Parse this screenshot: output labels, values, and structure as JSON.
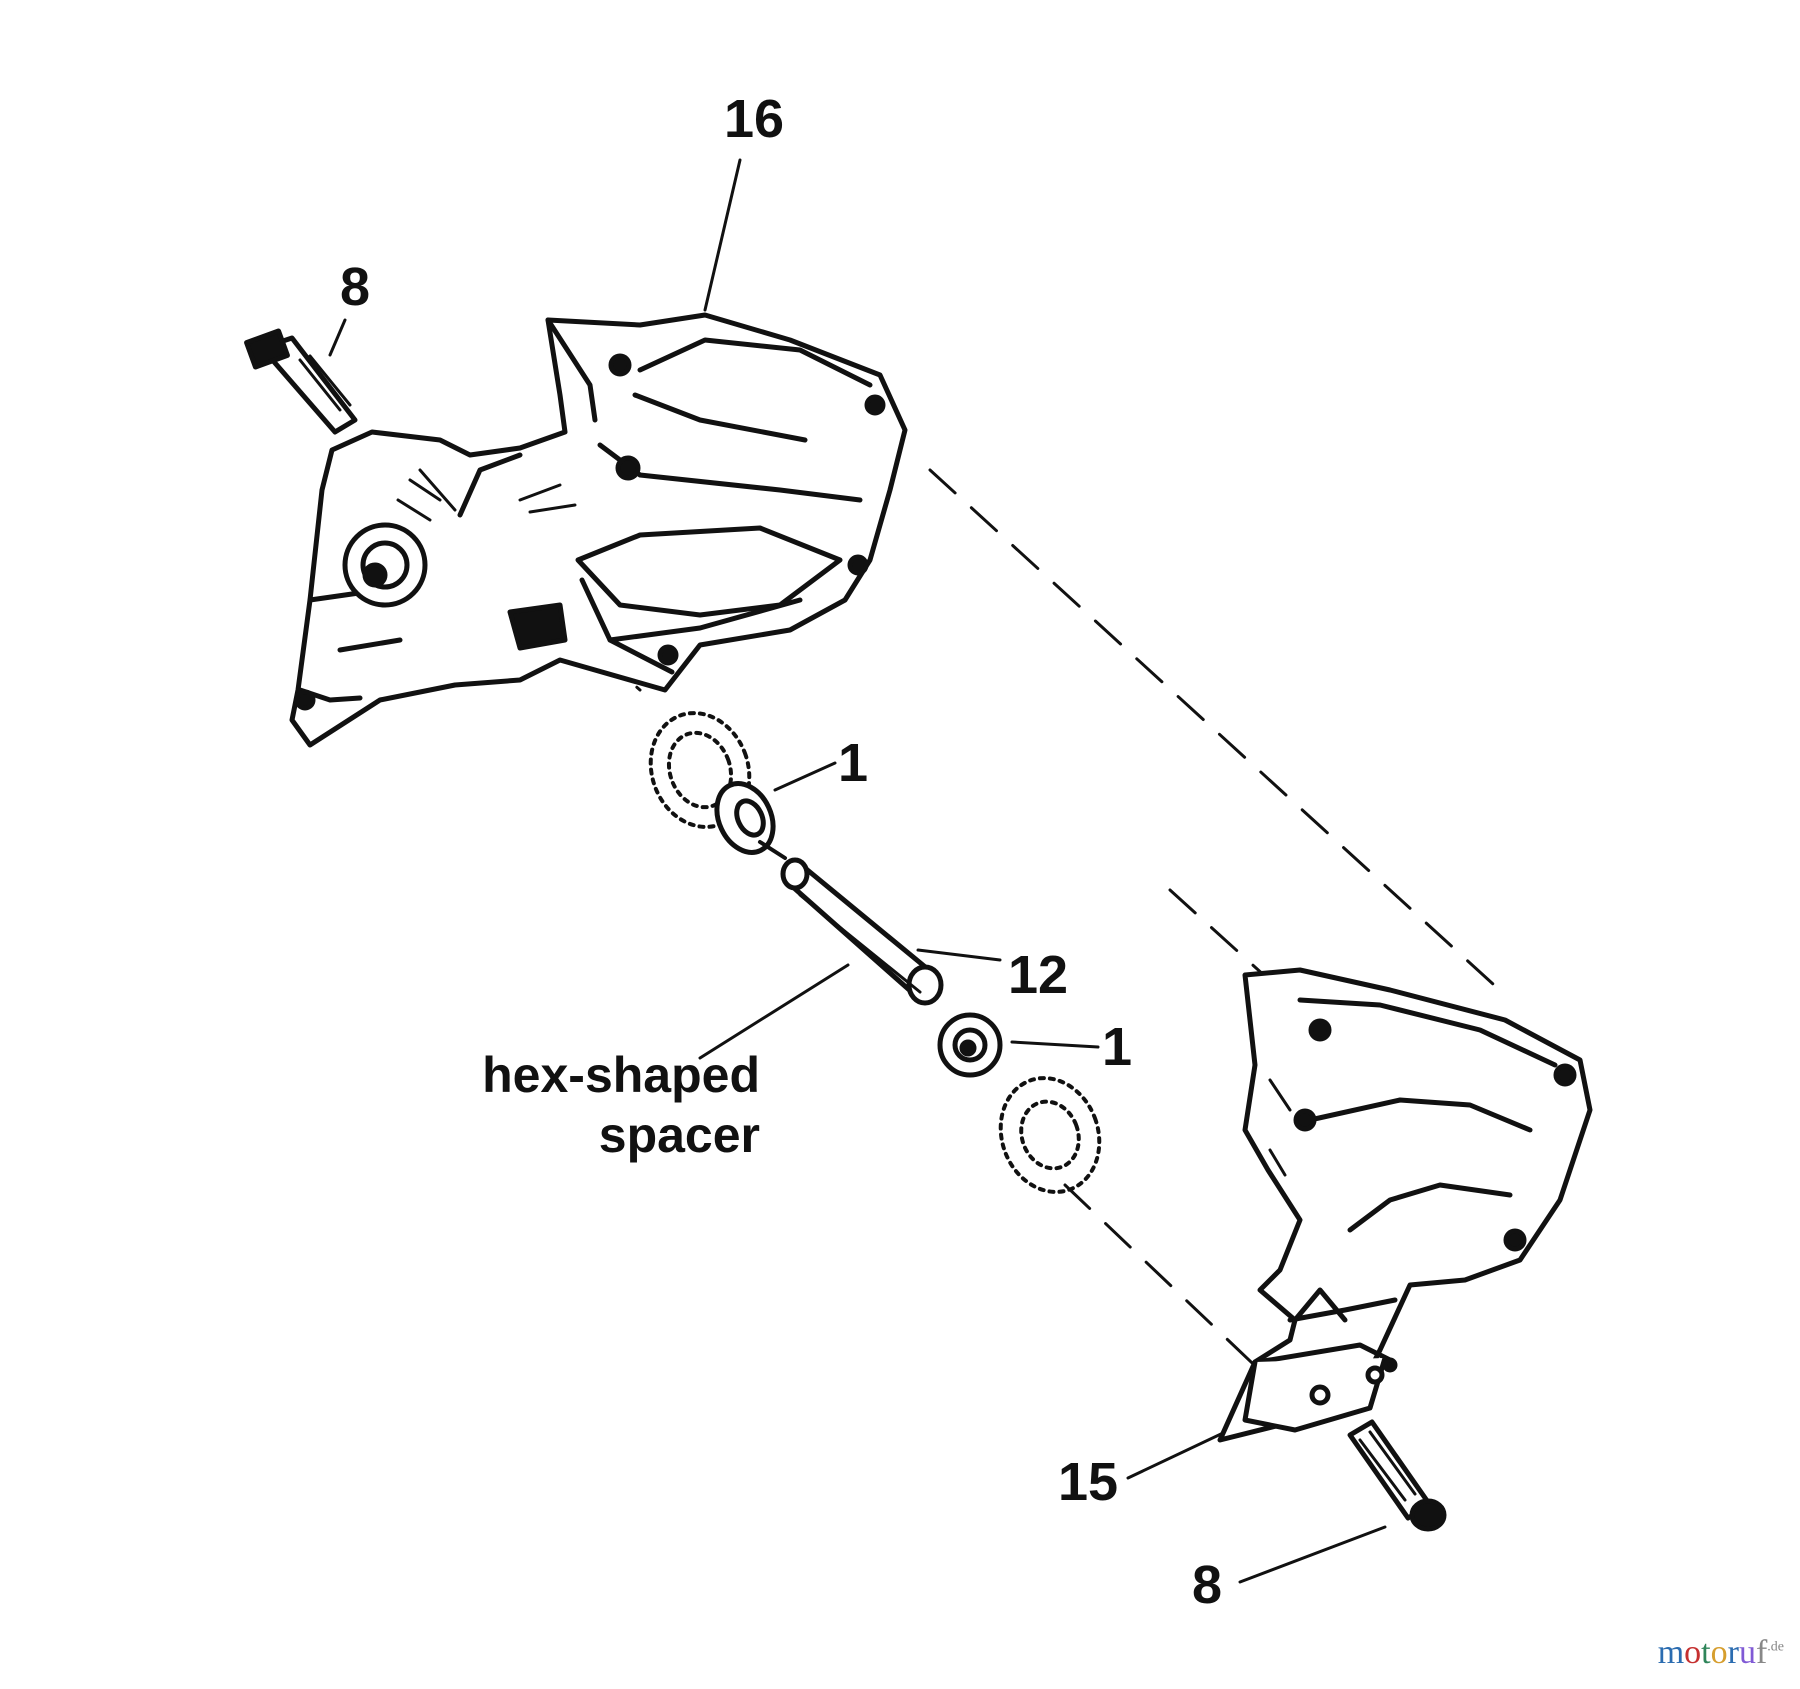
{
  "diagram": {
    "callouts": {
      "part_16": "16",
      "part_8_top": "8",
      "part_1_upper": "1",
      "part_12": "12",
      "part_1_lower": "1",
      "part_15": "15",
      "part_8_bottom": "8"
    },
    "annotation": {
      "line1": "hex-shaped",
      "line2": "spacer"
    }
  },
  "watermark": {
    "name": "motoruf",
    "suffix": ".de",
    "letter_colors": [
      "#2b6cb0",
      "#c53030",
      "#2f855a",
      "#d69e2e",
      "#2b6cb0",
      "#805ad5",
      "#888888"
    ]
  }
}
